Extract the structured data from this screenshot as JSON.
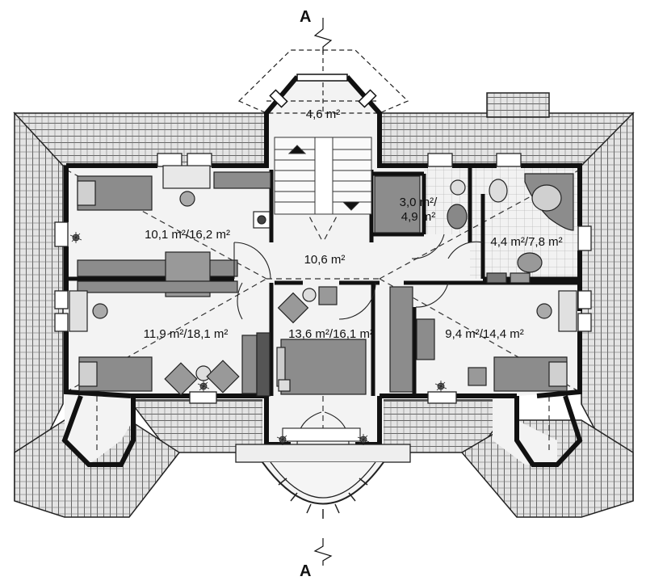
{
  "section_markers": {
    "top": "A",
    "bottom": "A"
  },
  "rooms": [
    {
      "id": "bay-window",
      "area": "4,6 m²"
    },
    {
      "id": "bathroom-small",
      "area": "3,0 m²/\n4,9 m²"
    },
    {
      "id": "bathroom-large",
      "area": "4,4 m²/7,8 m²"
    },
    {
      "id": "bedroom-nw",
      "area": "10,1 m²/16,2 m²"
    },
    {
      "id": "hall",
      "area": "10,6 m²"
    },
    {
      "id": "bedroom-sw",
      "area": "11,9 m²/18,1 m²"
    },
    {
      "id": "bedroom-center",
      "area": "13,6 m²/16,1 m²"
    },
    {
      "id": "bedroom-se",
      "area": "9,4 m²/14,4 m²"
    }
  ],
  "colors": {
    "wall": "#111111",
    "roof": "#e2e2e2",
    "floor": "#f1f1f1",
    "furniture": "#8c8c8c"
  }
}
